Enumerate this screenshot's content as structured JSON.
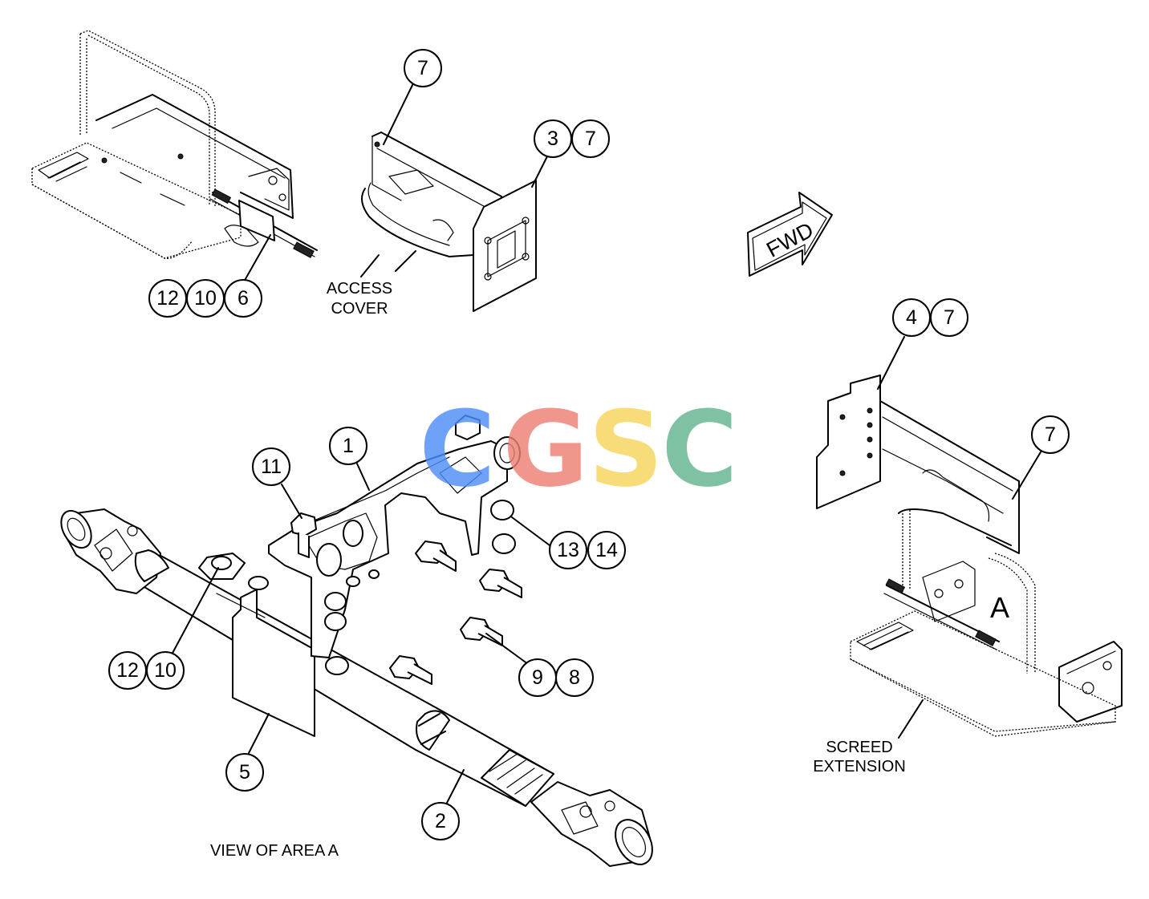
{
  "callouts": [
    {
      "id": "c7a",
      "label": "7"
    },
    {
      "id": "c3",
      "label": "3"
    },
    {
      "id": "c7b",
      "label": "7"
    },
    {
      "id": "c12a",
      "label": "12"
    },
    {
      "id": "c10a",
      "label": "10"
    },
    {
      "id": "c6",
      "label": "6"
    },
    {
      "id": "c4",
      "label": "4"
    },
    {
      "id": "c7c",
      "label": "7"
    },
    {
      "id": "c7d",
      "label": "7"
    },
    {
      "id": "c11",
      "label": "11"
    },
    {
      "id": "c1",
      "label": "1"
    },
    {
      "id": "c13",
      "label": "13"
    },
    {
      "id": "c14",
      "label": "14"
    },
    {
      "id": "c12b",
      "label": "12"
    },
    {
      "id": "c10b",
      "label": "10"
    },
    {
      "id": "c9",
      "label": "9"
    },
    {
      "id": "c8",
      "label": "8"
    },
    {
      "id": "c5",
      "label": "5"
    },
    {
      "id": "c2",
      "label": "2"
    }
  ],
  "labels": {
    "access_cover_line1": "ACCESS",
    "access_cover_line2": "COVER",
    "screed_extension_line1": "SCREED",
    "screed_extension_line2": "EXTENSION",
    "view_of_area": "VIEW OF AREA A",
    "area_letter": "A",
    "fwd_arrow": "FWD"
  },
  "watermark": {
    "letters": [
      "C",
      "G",
      "S",
      "C"
    ],
    "colors": [
      "#4f8ef7",
      "#ee7f74",
      "#f7d55c",
      "#63b48f"
    ]
  }
}
